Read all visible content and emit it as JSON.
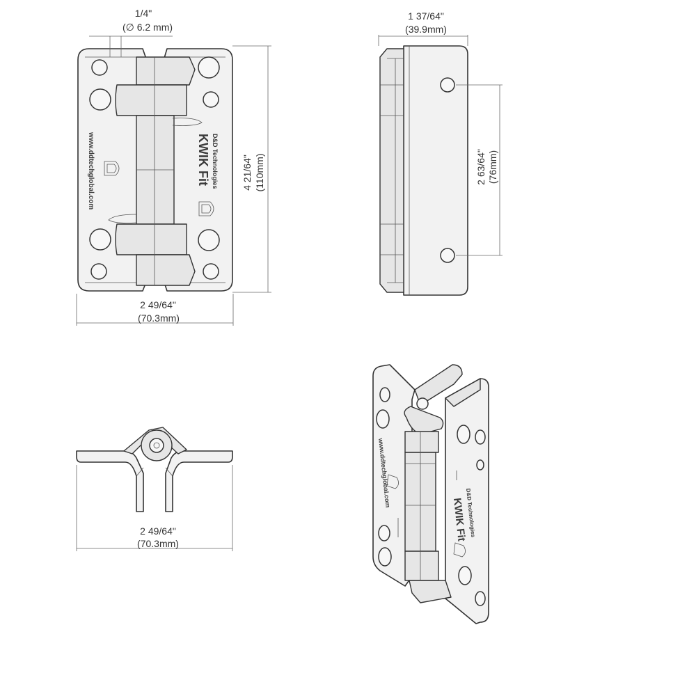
{
  "views": {
    "front": {
      "dim_hole_top": "1/4\"",
      "dim_hole_bottom": "(∅ 6.2 mm)",
      "dim_height_top": "4  21/64\"",
      "dim_height_bottom": "(110mm)",
      "dim_width_top": "2  49/64\"",
      "dim_width_bottom": "(70.3mm)",
      "url_text": "www.ddtechglobal.com",
      "brand_text": "KWIK Fit",
      "brand_sub": "D&D Technologies"
    },
    "side": {
      "dim_depth_top": "1  37/64\"",
      "dim_depth_bottom": "(39.9mm)",
      "dim_spacing_top": "2  63/64\"",
      "dim_spacing_bottom": "(76mm)"
    },
    "top": {
      "dim_width_top": "2  49/64\"",
      "dim_width_bottom": "(70.3mm)"
    },
    "iso": {
      "url_text": "www.ddtechglobal.com",
      "brand_text": "KWIK Fit",
      "brand_sub": "D&D Technologies"
    }
  },
  "colors": {
    "line": "#333333",
    "fill": "#f2f2f2",
    "dim": "#666666"
  }
}
